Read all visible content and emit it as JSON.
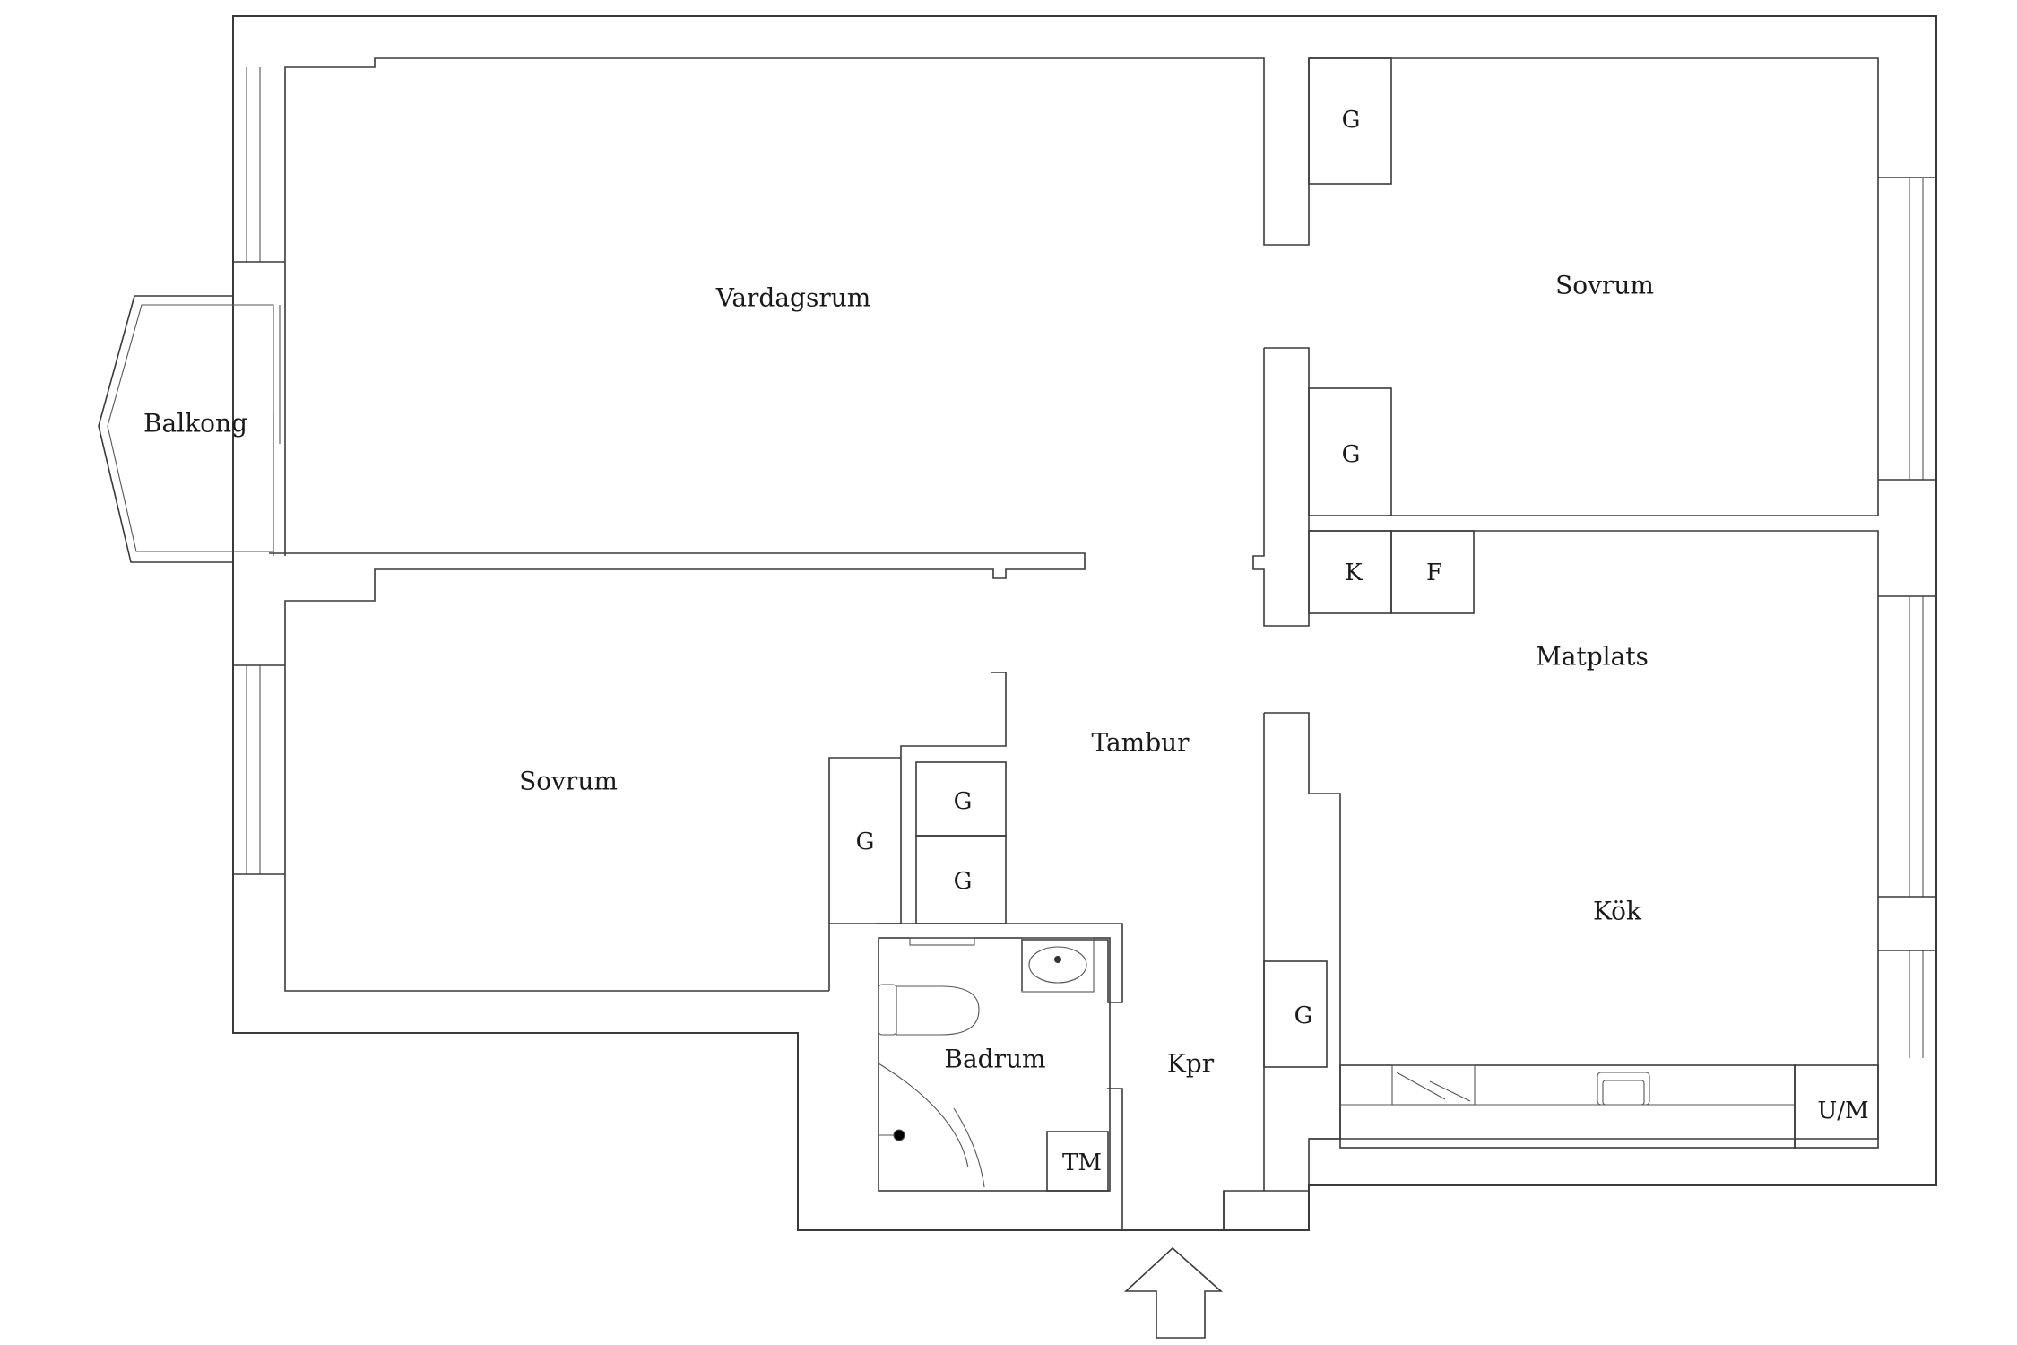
{
  "rooms": {
    "vardagsrum": "Vardagsrum",
    "balkong": "Balkong",
    "sovrum_ne": "Sovrum",
    "sovrum_w": "Sovrum",
    "matplats": "Matplats",
    "tambur": "Tambur",
    "kok": "Kök",
    "badrum": "Badrum",
    "kpr": "Kpr"
  },
  "fixtures": {
    "g_sovrum_top": "G",
    "g_sovrum_mid": "G",
    "k": "K",
    "f": "F",
    "g_tambur_1": "G",
    "g_tambur_2": "G",
    "g_sovrum_w": "G",
    "g_kok": "G",
    "tm": "TM",
    "um": "U/M"
  },
  "colors": {
    "line": "#3a3a3a",
    "background": "#ffffff"
  },
  "icons": {
    "entrance": "entrance-arrow-icon",
    "toilet": "toilet-icon",
    "sink": "sink-icon",
    "kitchen_sink": "kitchen-sink-icon",
    "stove": "stove-icon",
    "shower": "shower-icon"
  }
}
